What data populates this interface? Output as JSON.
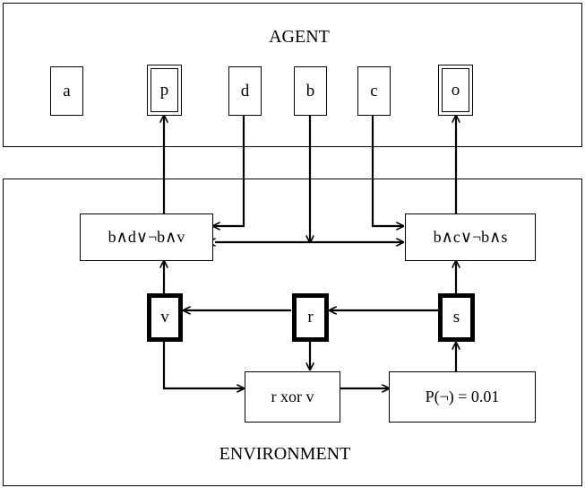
{
  "agent": {
    "title": "AGENT",
    "nodes": {
      "a": "a",
      "p": "p",
      "d": "d",
      "b": "b",
      "c": "c",
      "o": "o"
    }
  },
  "environment": {
    "title": "ENVIRONMENT",
    "nodes": {
      "left_formula": "b∧d∨¬b∧v",
      "right_formula": "b∧c∨¬b∧s",
      "v": "v",
      "r": "r",
      "s": "s",
      "xor": "r xor v",
      "prob": "P(¬) = 0.01"
    }
  }
}
